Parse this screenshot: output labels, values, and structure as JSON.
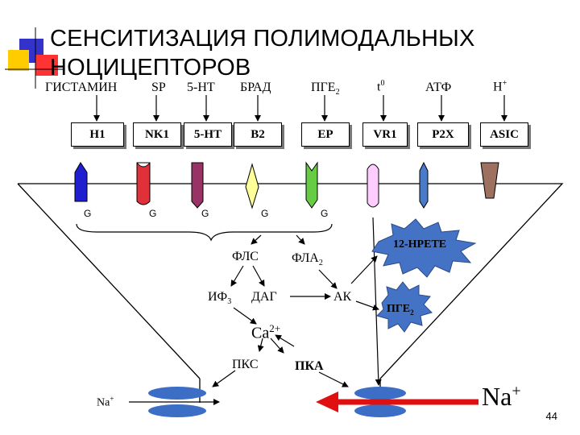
{
  "title": {
    "line1": "СЕНСИТИЗАЦИЯ ПОЛИМОДАЛЬНЫХ",
    "line2": "НОЦИЦЕПТОРОВ"
  },
  "mediators": [
    "ГИСТАМИН",
    "SP",
    "5-HT",
    "БРАД",
    "ПГЕ",
    "t",
    "АТФ",
    "Н"
  ],
  "mediator_sub": {
    "pge": "2",
    "t": "0",
    "h": "+"
  },
  "receptors": [
    "H1",
    "NK1",
    "5-HT",
    "B2",
    "EP",
    "VR1",
    "P2X",
    "ASIC"
  ],
  "g_protein_label": "G",
  "pathway": {
    "fls": "ФЛС",
    "fla": "ФЛА",
    "fla_sub": "2",
    "if3": "ИФ",
    "if3_sub": "3",
    "dag": "ДАГ",
    "ak": "АК",
    "ca": "Са",
    "ca_sup": "2+",
    "pkc": "ПКС",
    "pka": "ПКА",
    "hpete": "12-НРЕТЕ",
    "pge2": "ПГЕ",
    "pge2_sub": "2"
  },
  "ions": {
    "na_small": "Na",
    "na_big": "Na",
    "na_sup": "+"
  },
  "page_number": "44",
  "colors": {
    "h1": "#1f1fd0",
    "nk1": "#e0303a",
    "ht": "#993366",
    "b2": "#ffff99",
    "ep": "#66cc44",
    "vr1": "#ffccff",
    "p2x": "#4a7bc8",
    "asic": "#9e7060",
    "channel": "#3d6ec6",
    "star": "#4472c4",
    "red_arrow": "#e01010"
  }
}
